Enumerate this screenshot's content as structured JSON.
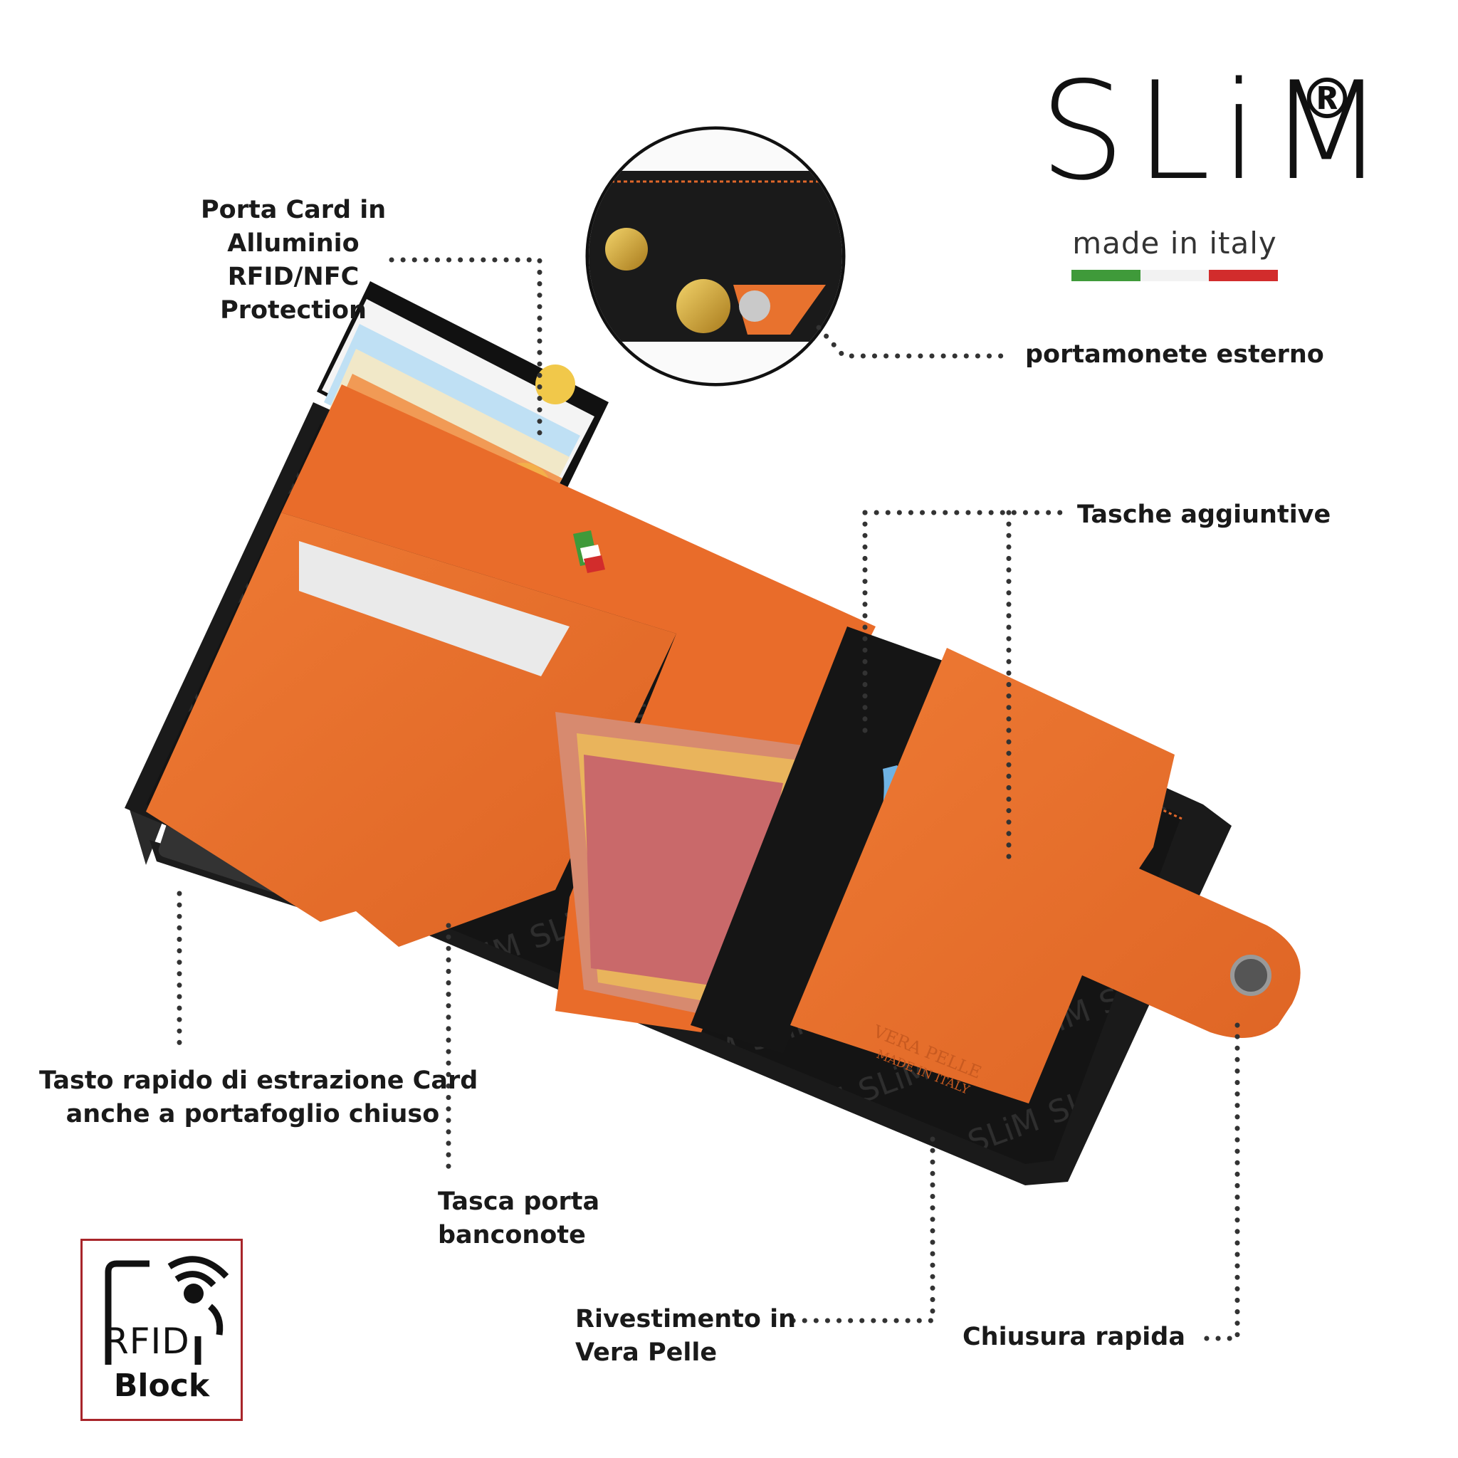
{
  "brand": {
    "logo_text": "SLiM",
    "registered_mark": "®",
    "tagline": "made in italy",
    "flag_colors": [
      "#3f9a3a",
      "#ffffff",
      "#d22c2c"
    ]
  },
  "callouts": {
    "card_holder": [
      "Porta Card in",
      "Alluminio",
      "RFID/NFC",
      "Protection"
    ],
    "coin_purse": [
      "portamonete esterno"
    ],
    "extra_pockets": [
      "Tasche aggiuntive"
    ],
    "quick_eject": [
      "Tasto rapido di estrazione Card",
      "anche a portafoglio chiuso"
    ],
    "bill_pocket": [
      "Tasca porta",
      "banconote"
    ],
    "leather": [
      "Rivestimento in",
      "Vera Pelle"
    ],
    "quick_close": [
      "Chiusura rapida"
    ]
  },
  "rfid_badge": {
    "label": "RFID",
    "sublabel": "Block",
    "border_color": "#a8252a"
  },
  "product_photo": {
    "leather_color": "#e8722e",
    "lining_color": "#111111",
    "embossed_text": [
      "VERA PELLE",
      "MADE IN ITALY"
    ],
    "lining_pattern_text": "SLiM",
    "icons": [
      "coin-purse-inset-photo",
      "rfid-wave-icon",
      "snap-button-icon"
    ]
  }
}
